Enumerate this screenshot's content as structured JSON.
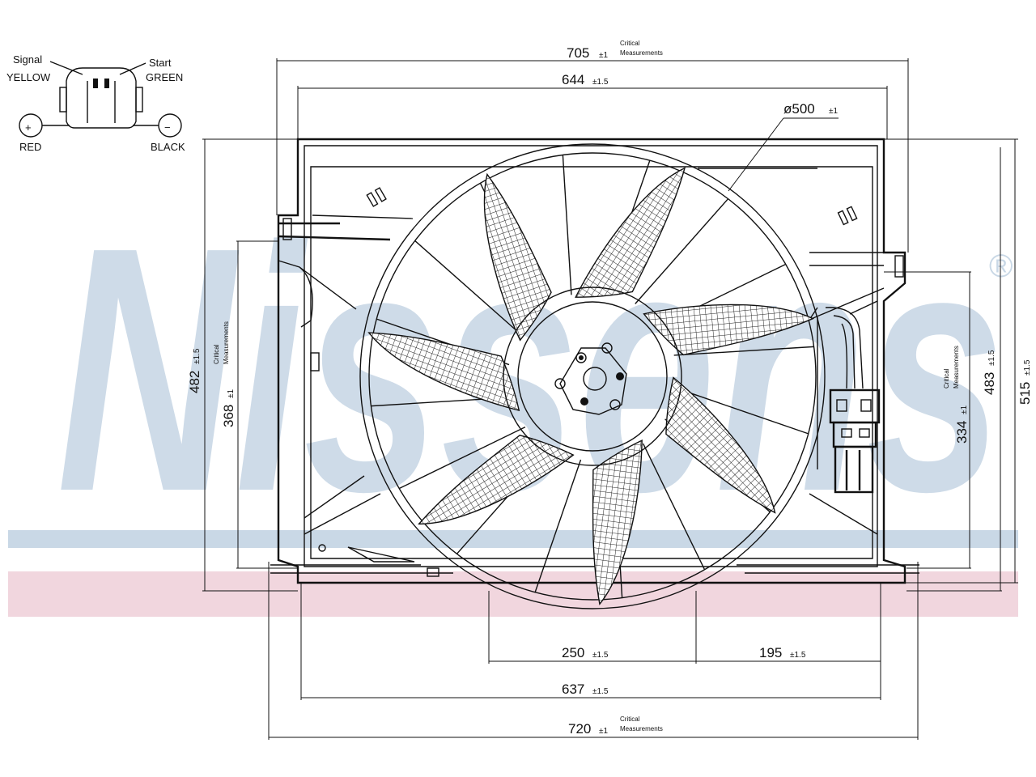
{
  "brand": {
    "watermark_text": "Nissens",
    "registered_mark": "®",
    "watermark_color": "#c9d8e6",
    "stripe_blue": "#c9d8e6",
    "stripe_red": "#f1d6de"
  },
  "connector": {
    "pin_top_left_label": "Signal",
    "pin_top_left_color": "YELLOW",
    "pin_top_right_label": "Start",
    "pin_top_right_color": "GREEN",
    "plus_symbol": "+",
    "plus_color": "RED",
    "minus_symbol": "−",
    "minus_color": "BLACK"
  },
  "dimensions": {
    "top_outer": {
      "main": "705",
      "tol": "±1",
      "note1": "Critical",
      "note2": "Measurements"
    },
    "top_inner": {
      "main": "644",
      "tol": "±1.5"
    },
    "diameter": {
      "main": "ø500",
      "tol": "±1"
    },
    "left_outer": {
      "main": "482",
      "tol": "±1.5",
      "note1": "Critical",
      "note2": "Measurements"
    },
    "left_inner": {
      "main": "368",
      "tol": "±1"
    },
    "right_inner": {
      "main": "334",
      "tol": "±1",
      "note1": "Critical",
      "note2": "Measurements"
    },
    "right_mid": {
      "main": "483",
      "tol": "±1.5"
    },
    "right_outer": {
      "main": "515",
      "tol": "±1.5"
    },
    "bottom_left_seg": {
      "main": "250",
      "tol": "±1.5"
    },
    "bottom_right_seg": {
      "main": "195",
      "tol": "±1.5"
    },
    "bottom_inner": {
      "main": "637",
      "tol": "±1.5"
    },
    "bottom_outer": {
      "main": "720",
      "tol": "±1",
      "note1": "Critical",
      "note2": "Measurements"
    }
  }
}
